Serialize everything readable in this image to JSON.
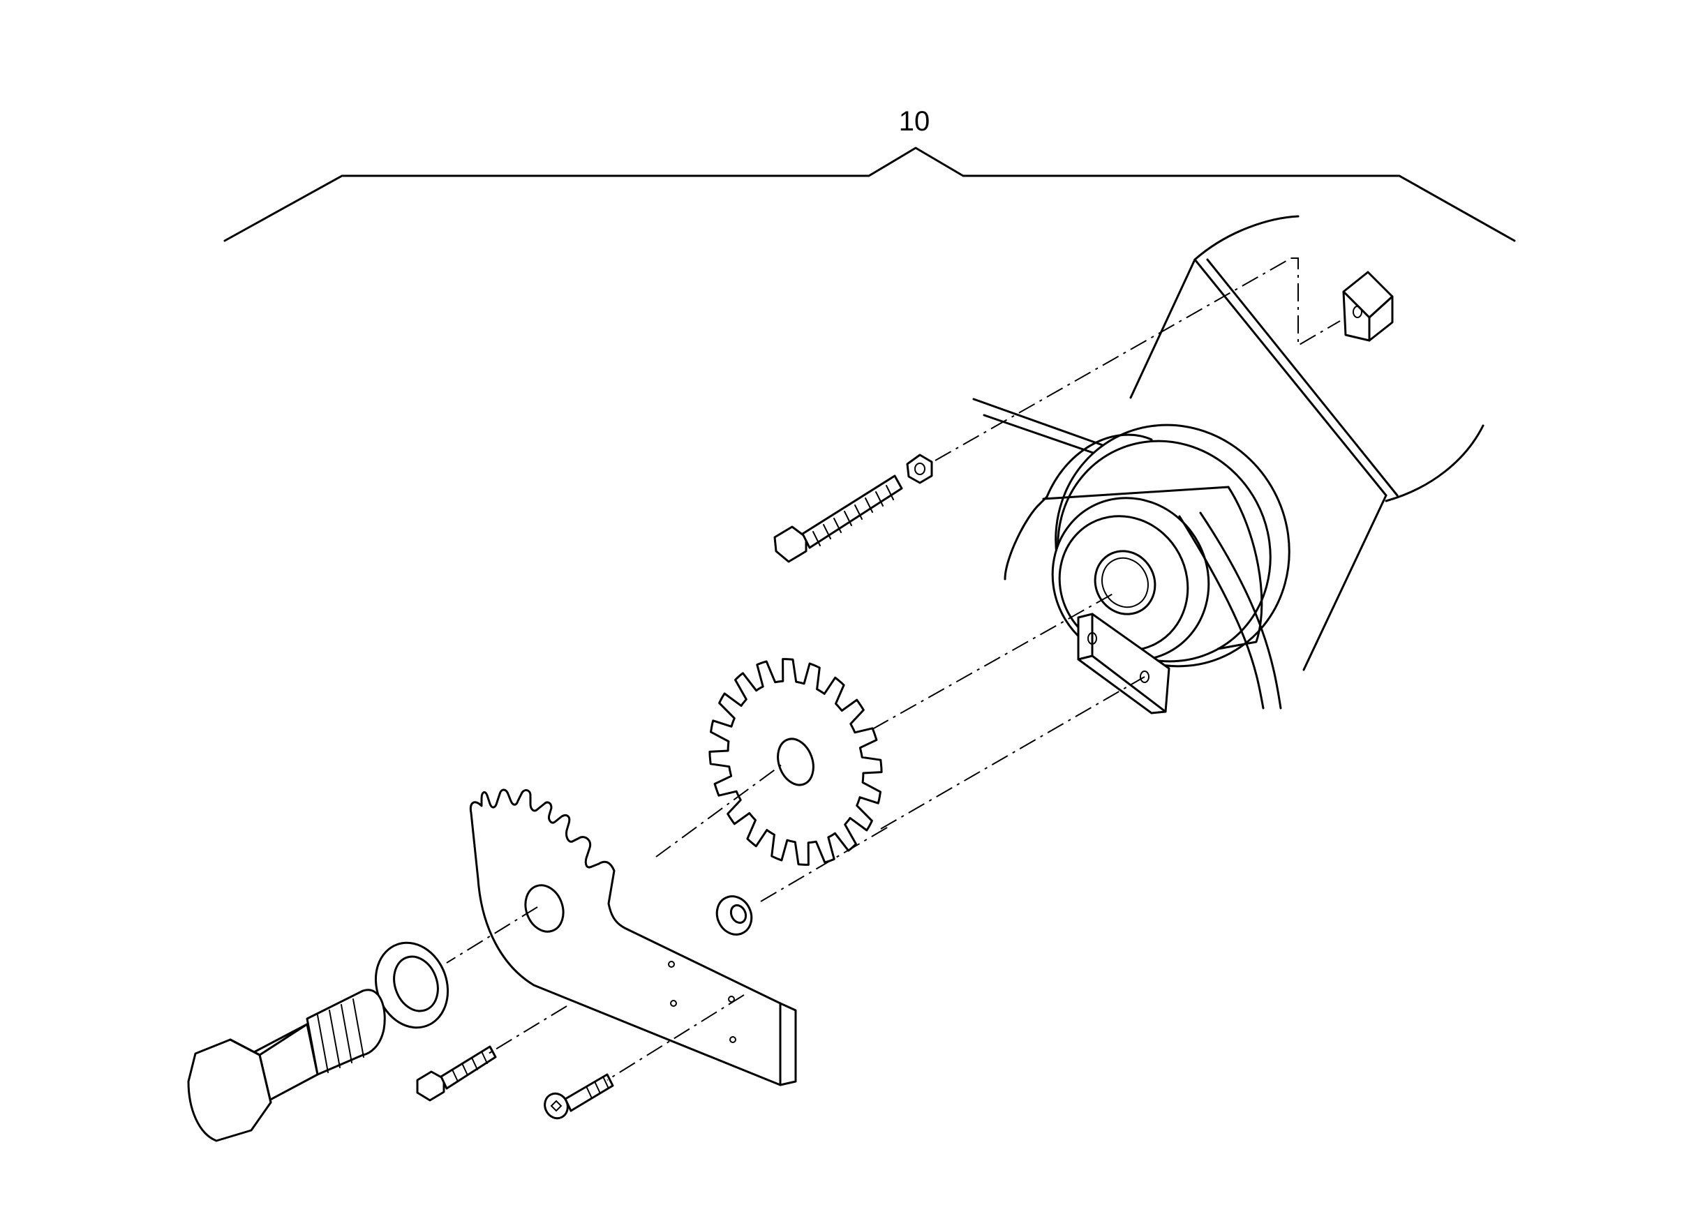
{
  "callout": {
    "label": "10"
  },
  "colors": {
    "line": "#000000",
    "background": "#ffffff"
  },
  "parts": [
    {
      "name": "housing-with-pulley"
    },
    {
      "name": "square-nut"
    },
    {
      "name": "long-bolt"
    },
    {
      "name": "hex-nut-small"
    },
    {
      "name": "spacer-plate"
    },
    {
      "name": "serrated-disc"
    },
    {
      "name": "notched-bracket"
    },
    {
      "name": "small-washer"
    },
    {
      "name": "large-washer"
    },
    {
      "name": "large-hex-bolt"
    },
    {
      "name": "short-bolt"
    },
    {
      "name": "socket-head-screw"
    }
  ]
}
